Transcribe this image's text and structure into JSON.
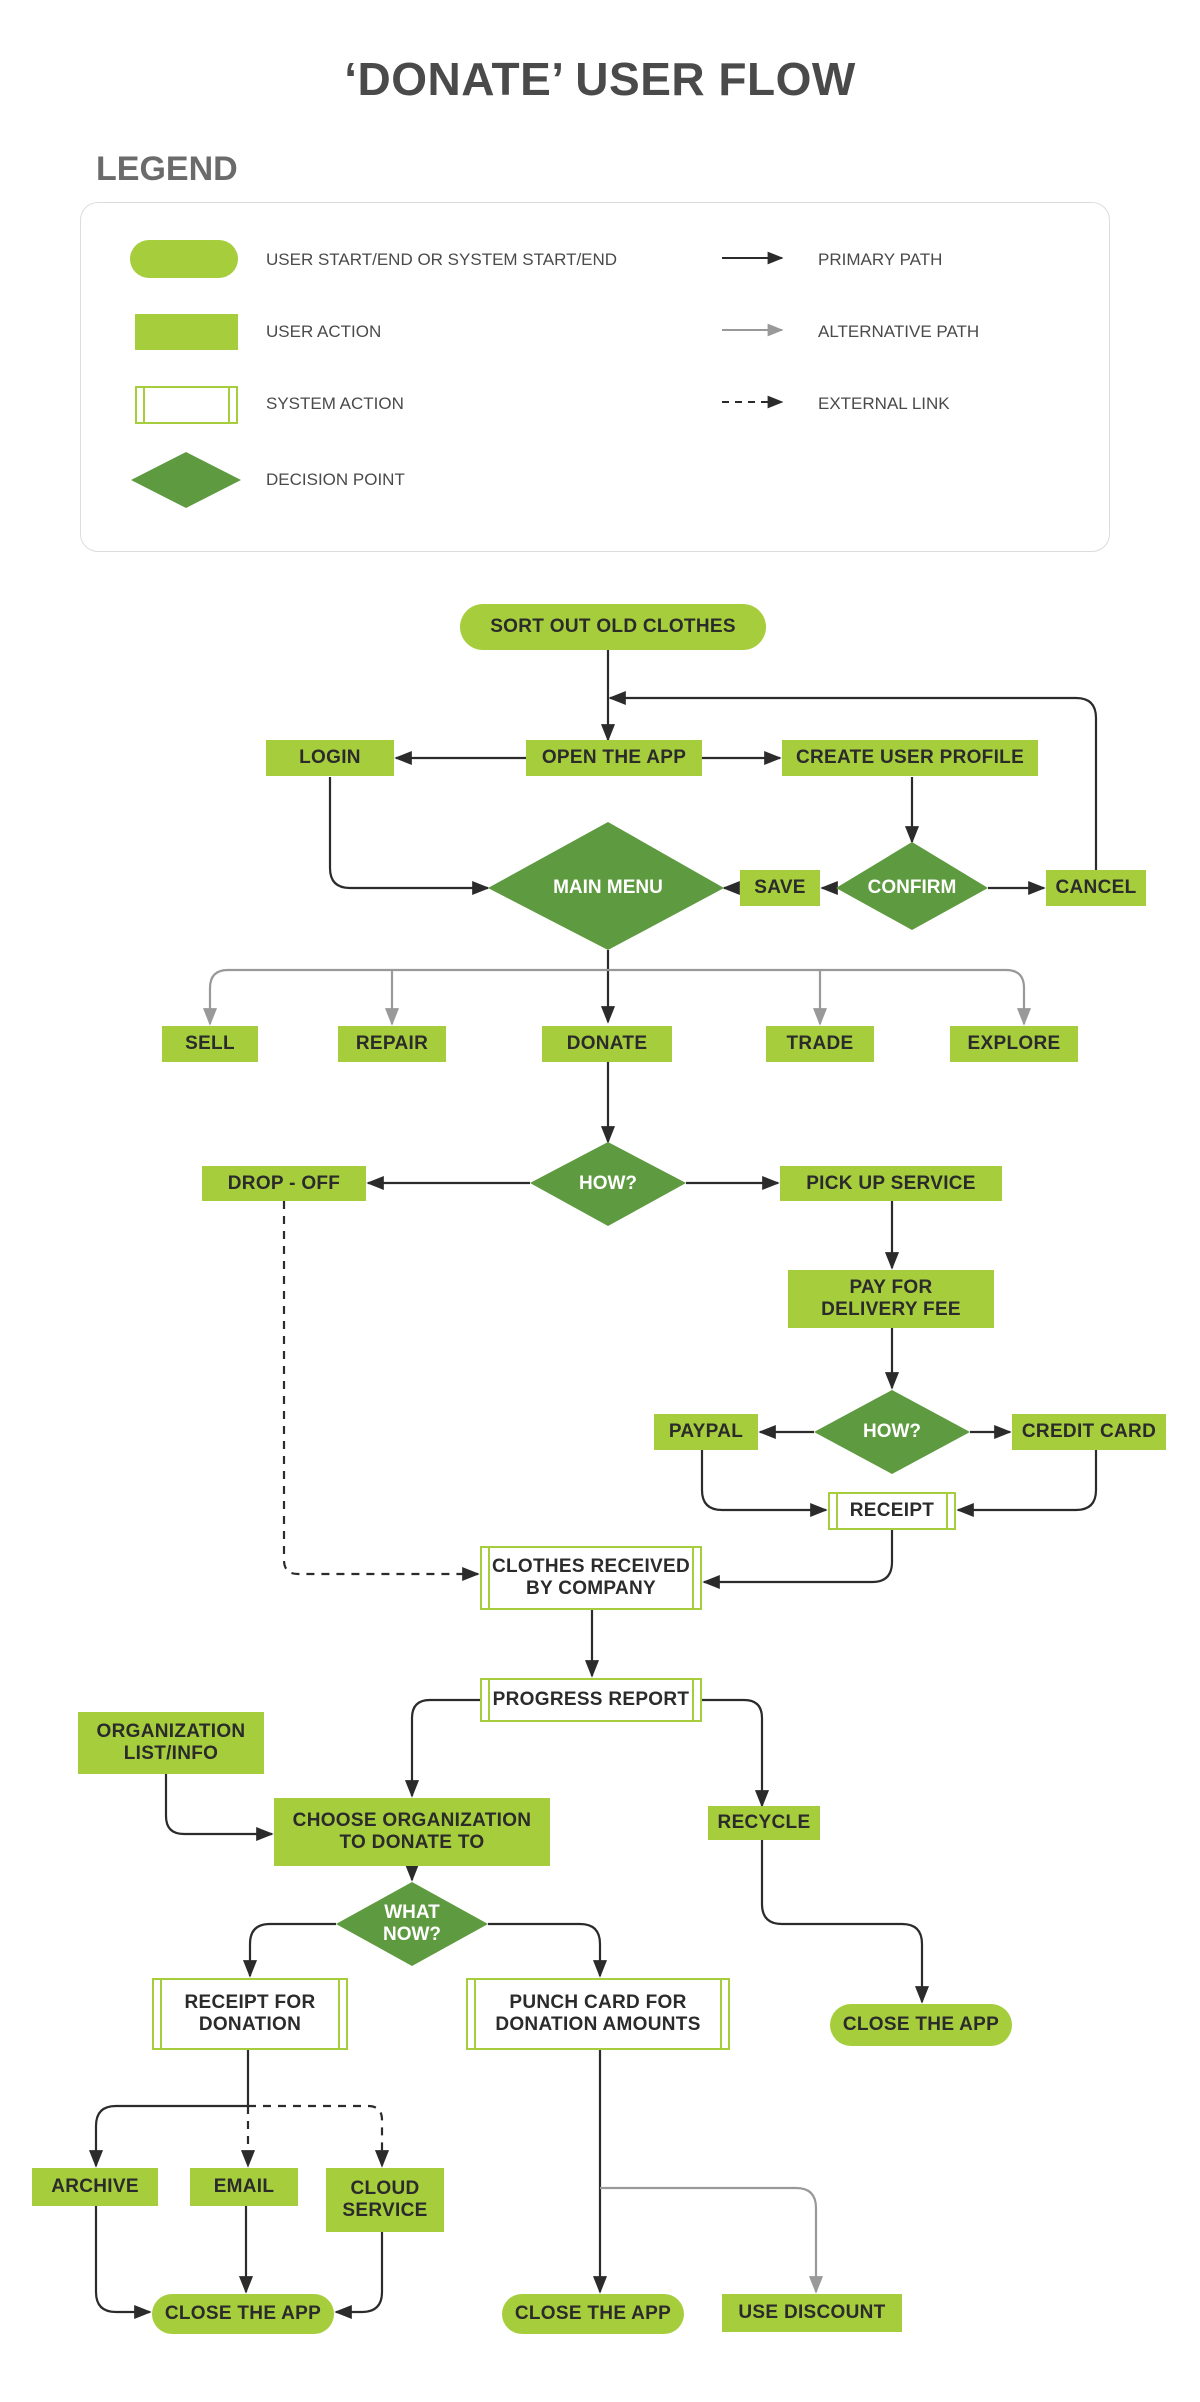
{
  "title": "‘DONATE’ USER FLOW",
  "legend": {
    "heading": "LEGEND",
    "items": {
      "start_end": "USER START/END OR SYSTEM START/END",
      "user_action": "USER ACTION",
      "system_action": "SYSTEM ACTION",
      "decision": "DECISION POINT",
      "primary": "PRIMARY PATH",
      "alternative": "ALTERNATIVE PATH",
      "external": "EXTERNAL LINK"
    }
  },
  "colors": {
    "light_green": "#a6cd3c",
    "dark_green": "#5e9a3f",
    "primary_line": "#2b2b2b",
    "alt_line": "#999999"
  },
  "nodes": {
    "sort_out": "SORT OUT OLD CLOTHES",
    "open_app": "OPEN THE APP",
    "login": "LOGIN",
    "create_profile": "CREATE USER PROFILE",
    "main_menu": "MAIN MENU",
    "save": "SAVE",
    "confirm": "CONFIRM",
    "cancel": "CANCEL",
    "sell": "SELL",
    "repair": "REPAIR",
    "donate": "DONATE",
    "trade": "TRADE",
    "explore": "EXPLORE",
    "how1": "HOW?",
    "drop_off": "DROP - OFF",
    "pick_up": "PICK UP SERVICE",
    "pay_fee": "PAY FOR\nDELIVERY FEE",
    "how2": "HOW?",
    "paypal": "PAYPAL",
    "credit_card": "CREDIT CARD",
    "receipt": "RECEIPT",
    "clothes_received": "CLOTHES RECEIVED\nBY COMPANY",
    "progress_report": "PROGRESS REPORT",
    "org_list": "ORGANIZATION\nLIST/INFO",
    "choose_org": "CHOOSE ORGANIZATION\nTO DONATE TO",
    "recycle": "RECYCLE",
    "what_now": "WHAT\nNOW?",
    "close_app_recycle": "CLOSE THE APP",
    "receipt_donation": "RECEIPT FOR\nDONATION",
    "punch_card": "PUNCH CARD FOR\nDONATION AMOUNTS",
    "archive": "ARCHIVE",
    "email": "EMAIL",
    "cloud": "CLOUD\nSERVICE",
    "close_app_left": "CLOSE THE APP",
    "close_app_mid": "CLOSE THE APP",
    "use_discount": "USE DISCOUNT"
  }
}
